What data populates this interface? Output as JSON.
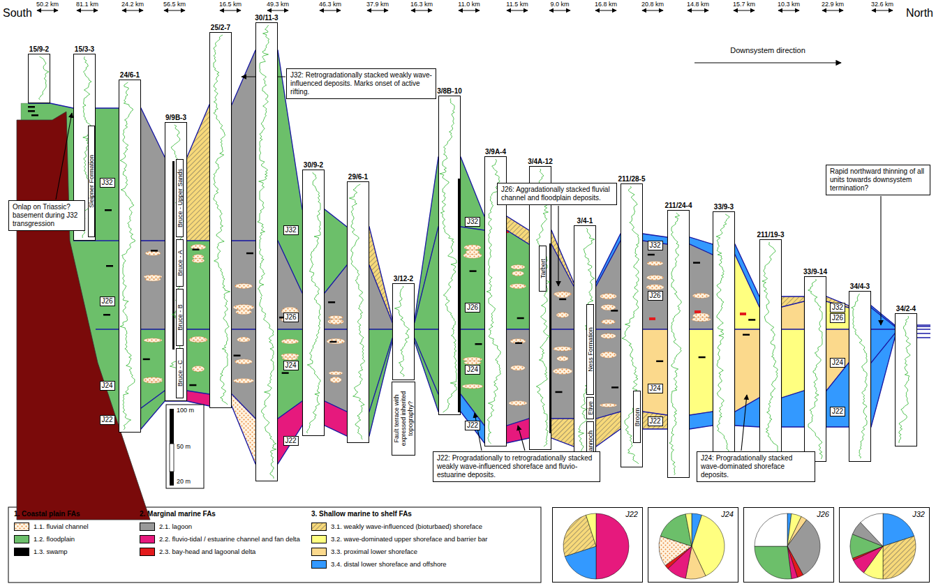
{
  "diagram": {
    "nodes": [
      {
        "text": [
          "15/9-2"
        ]
      },
      {
        "text": [
          "15/3-3"
        ]
      },
      {
        "text": [
          "24/6-1"
        ]
      },
      {
        "text": [
          "9/9B-3"
        ]
      },
      {
        "text": [
          "25/2-7"
        ]
      },
      {
        "text": [
          "30/11-3"
        ]
      },
      {
        "text": [
          "30/9-2"
        ]
      },
      {
        "text": [
          "29/6-1"
        ]
      },
      {
        "text": [
          "3/12-2"
        ]
      },
      {
        "text": [
          "3/8B-10"
        ]
      },
      {
        "text": [
          "3/9A-4"
        ]
      },
      {
        "text": [
          "3/4A-12"
        ]
      },
      {
        "text": [
          "3/4-1"
        ]
      },
      {
        "text": [
          "211/28-5"
        ]
      },
      {
        "text": [
          "211/24-4"
        ]
      },
      {
        "text": [
          "33/9-3"
        ]
      },
      {
        "text": [
          "211/19-3"
        ]
      },
      {
        "text": [
          "33/9-14"
        ]
      },
      {
        "text": [
          "34/4-3"
        ]
      },
      {
        "text": [
          "34/2-4"
        ]
      },
      {
        "text": [
          "Sleipner Formation"
        ],
        "in": 1
      },
      {
        "text": [
          "Bruce - Upper Sands"
        ],
        "in": 3
      },
      {
        "text": [
          "Bruce - A"
        ],
        "in": 3
      },
      {
        "text": [
          "Bruce - B"
        ],
        "in": 3
      },
      {
        "text": [
          "Bruce - C"
        ],
        "in": 3
      },
      {
        "text": [
          "Tarbert"
        ],
        "in": 11
      },
      {
        "text": [
          "Ness Formation"
        ],
        "in": 12
      },
      {
        "text": [
          "Etive"
        ],
        "in": 12
      },
      {
        "text": [
          "Rannoch"
        ],
        "in": 12
      },
      {
        "text": [
          "Broom"
        ],
        "in": 13
      },
      {
        "text": [
          "J32: Retrogradationally stacked weakly wave-influenced deposits. Marks onset of active rifting."
        ]
      },
      {
        "text": [
          "Onlap on Triassic? basement during J32 transgression"
        ]
      },
      {
        "text": [
          "J26: Aggradationally stacked fluvial channel and floodplain deposits."
        ]
      },
      {
        "text": [
          "J22: Progradationally to retrogradationally stacked weakly wave-influenced shoreface and fluvio-estuarine deposits."
        ]
      },
      {
        "text": [
          "J24: Progradationally stacked wave-dominated shoreface deposits."
        ]
      },
      {
        "text": [
          "Rapid northward thinning of all units towards downsystem termination?"
        ]
      },
      {
        "text": [
          "J22"
        ]
      },
      {
        "text": [
          "J24"
        ]
      },
      {
        "text": [
          "J26"
        ]
      },
      {
        "text": [
          "J32"
        ]
      }
    ],
    "labels": [
      "South",
      "50.2 km",
      "81.1 km",
      "24.2 km",
      "56.5 km",
      "16.5 km",
      "49.3 km",
      "46.3 km",
      "37.9 km",
      "16.3 km",
      "11.0 km",
      "11.5 km",
      "9.0 km",
      "16.8 km",
      "20.8 km",
      "14.8 km",
      "15.7 km",
      "10.3 km",
      "22.9 km",
      "32.6 km",
      "North",
      "Downsystem direction",
      "J32",
      "J26",
      "J24",
      "J22",
      "J32",
      "J26",
      "J24",
      "J22",
      "J32",
      "J26",
      "J24",
      "J22",
      "J32",
      "J26",
      "J24",
      "J22",
      "J32",
      "J26",
      "J24",
      "J22",
      "Fault terrace with expressed inherited topography?",
      "100 m",
      "50 m",
      "20 m",
      "1. Coastal plain FAs",
      "2. Marginal marine FAs",
      "3. Shallow marine to shelf FAs"
    ],
    "legend": [
      {
        "text": "1.1. fluvial channel"
      },
      {
        "text": "1.2. floodplain",
        "color": "#6cbf6a"
      },
      {
        "text": "1.3. swamp",
        "color": "#000000"
      },
      {
        "text": "2.1. lagoon",
        "color": "#999999"
      },
      {
        "text": "2.2. fluvio-tidal / estuarine channel and fan delta",
        "color": "#e6197d"
      },
      {
        "text": "2.3. bay-head and lagoonal delta",
        "color": "#e31a1c"
      },
      {
        "text": "3.1. weakly wave-influenced (bioturbaed) shoreface"
      },
      {
        "text": "3.2. wave-dominated upper shoreface and barrier bar",
        "color": "#ffff80"
      },
      {
        "text": "3.3. proximal lower shoreface",
        "color": "#fbd98c"
      },
      {
        "text": "3.4. distal lower shoreface and offshore",
        "color": "#3399ff"
      }
    ]
  }
}
